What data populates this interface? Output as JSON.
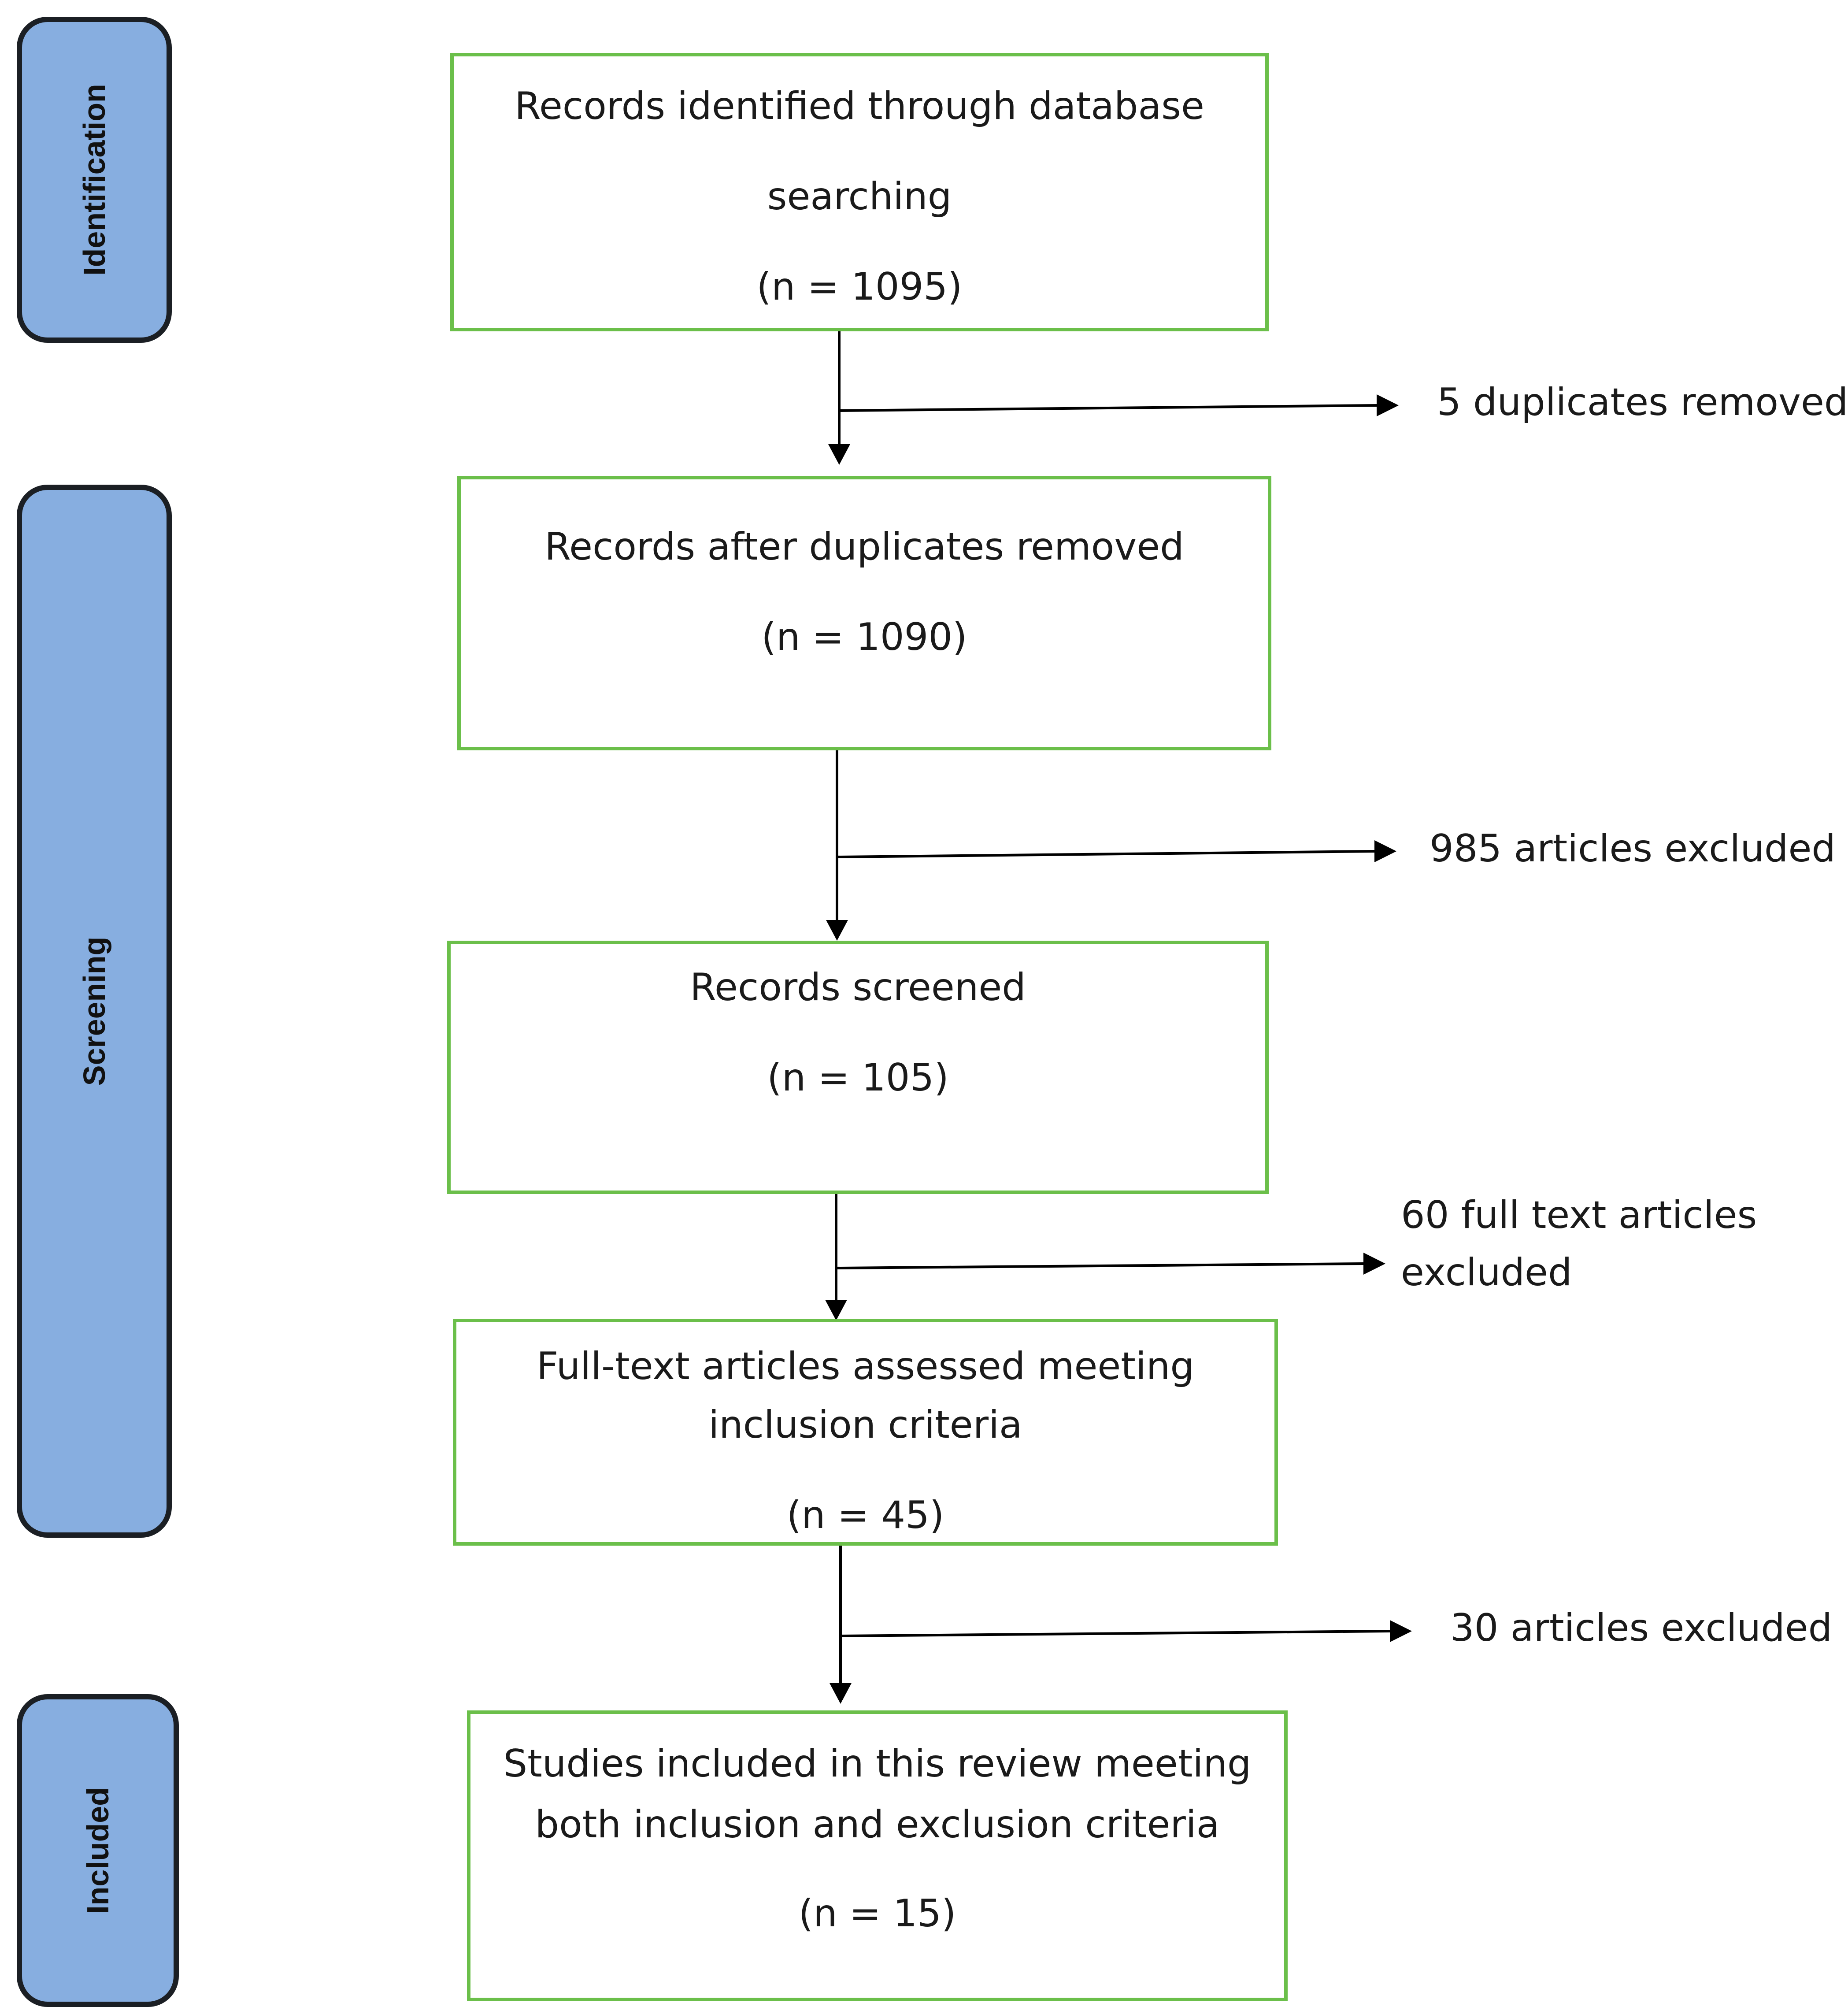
{
  "stages": {
    "identification": "Identification",
    "screening": "Screening",
    "included": "Included"
  },
  "boxes": {
    "identified": {
      "line1": "Records identified through database",
      "line2": "searching",
      "count": "(n = 1095)"
    },
    "after_duplicates": {
      "line1": "Records after duplicates removed",
      "count": "(n = 1090)"
    },
    "screened": {
      "line1": "Records screened",
      "count": "(n = 105)"
    },
    "full_text": {
      "line1": "Full-text articles assessed meeting",
      "line2": "inclusion criteria",
      "count": "(n = 45)"
    },
    "included": {
      "line1": "Studies included in this review meeting",
      "line2": "both inclusion and exclusion criteria",
      "count": "(n = 15)"
    }
  },
  "exclusions": {
    "duplicates": "5 duplicates removed",
    "articles_985": "985 articles excluded",
    "full_text_60_line1": "60 full text articles",
    "full_text_60_line2": "excluded",
    "articles_30": "30 articles excluded"
  },
  "colors": {
    "stage_fill": "#87aee0",
    "stage_border": "#1b1f24",
    "box_border": "#6bbf4a",
    "arrow": "#000000"
  }
}
